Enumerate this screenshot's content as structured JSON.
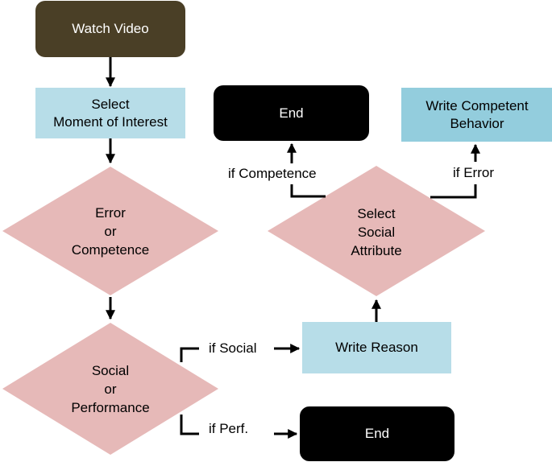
{
  "nodes": {
    "watch_video": "Watch Video",
    "select_moment": [
      "Select",
      "Moment of Interest"
    ],
    "error_or_competence": [
      "Error",
      "or",
      "Competence"
    ],
    "social_or_performance": [
      "Social",
      "or",
      "Performance"
    ],
    "select_social_attribute": [
      "Select",
      "Social",
      "Attribute"
    ],
    "write_reason": "Write Reason",
    "end_top": "End",
    "end_bottom": "End",
    "write_competent_behavior": [
      "Write Competent",
      "Behavior"
    ]
  },
  "edge_labels": {
    "if_social": "if Social",
    "if_perf": "if Perf.",
    "if_competence": "if Competence",
    "if_error": "if Error"
  },
  "colors": {
    "watch_video_fill": "#4a3f26",
    "process_fill": "#b7dde8",
    "write_behavior_fill": "#93cddd",
    "decision_fill": "#e6b9b8",
    "end_fill": "#000000"
  }
}
